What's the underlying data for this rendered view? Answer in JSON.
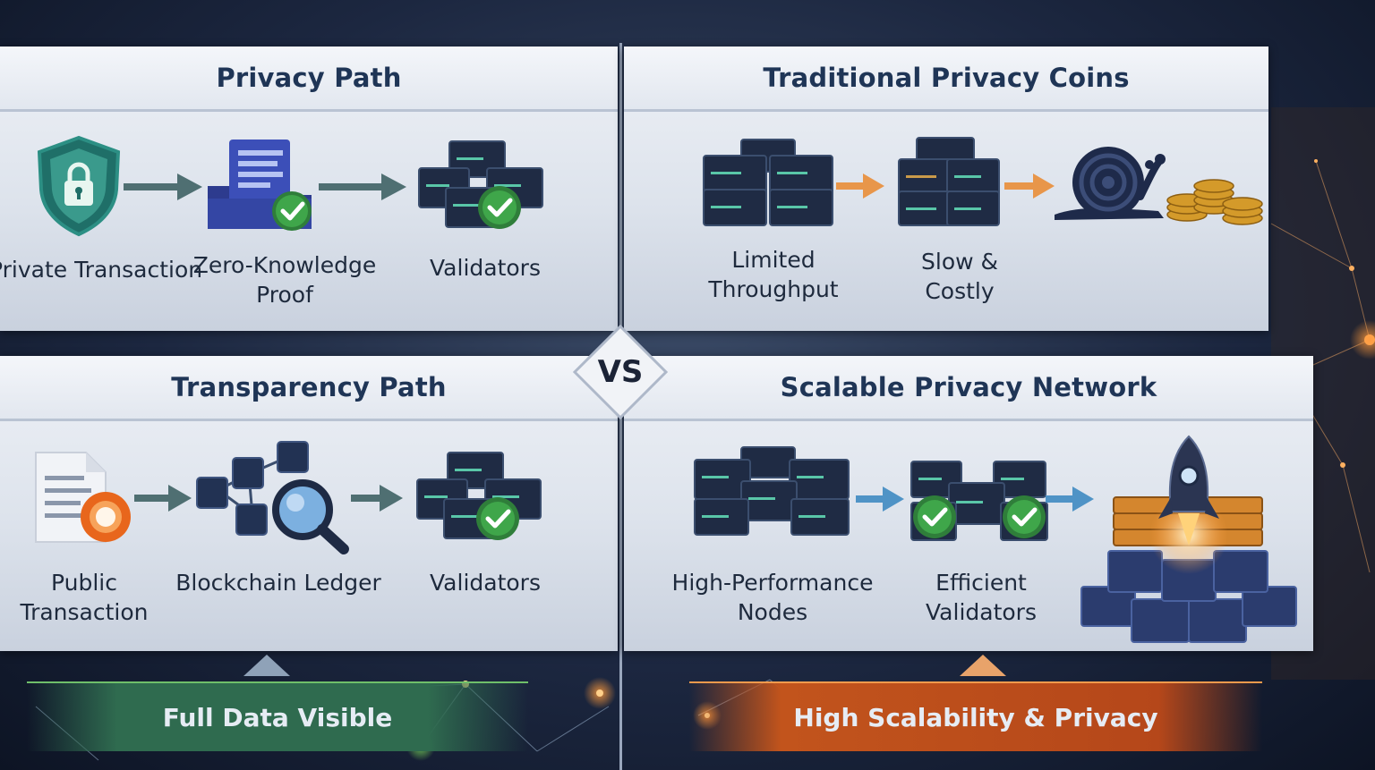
{
  "badge": {
    "text": "VS"
  },
  "panels": {
    "privacy_path": {
      "title": "Privacy Path",
      "steps": [
        {
          "label_lines": [
            "Private Transaction"
          ],
          "icon": "shield-lock-icon"
        },
        {
          "label_lines": [
            "Zero-Knowledge",
            "Proof"
          ],
          "icon": "proof-document-check-icon"
        },
        {
          "label_lines": [
            "Validators"
          ],
          "icon": "validator-servers-check-icon"
        }
      ]
    },
    "traditional": {
      "title": "Traditional Privacy Coins",
      "steps": [
        {
          "label_lines": [
            "Limited",
            "Throughput"
          ],
          "icon": "server-cluster-icon"
        },
        {
          "label_lines": [
            "Slow &",
            "Costly"
          ],
          "icon": "server-stack-icon"
        },
        {
          "label_lines": [],
          "icon": "snail-coins-icon"
        }
      ]
    },
    "transparency_path": {
      "title": "Transparency Path",
      "steps": [
        {
          "label_lines": [
            "Public",
            "Transaction"
          ],
          "icon": "document-coin-icon"
        },
        {
          "label_lines": [
            "Blockchain Ledger"
          ],
          "icon": "ledger-magnifier-icon"
        },
        {
          "label_lines": [
            "Validators"
          ],
          "icon": "validator-servers-check-icon"
        }
      ]
    },
    "scalable": {
      "title": "Scalable Privacy Network",
      "steps": [
        {
          "label_lines": [
            "High-Performance",
            "Nodes"
          ],
          "icon": "server-cluster-icon"
        },
        {
          "label_lines": [
            "Efficient",
            "Validators"
          ],
          "icon": "validator-servers-double-check-icon"
        },
        {
          "label_lines": [],
          "icon": "rocket-blocks-icon"
        }
      ]
    }
  },
  "banners": {
    "left": {
      "text": "Full Data Visible",
      "color": "#2f6b4f"
    },
    "right": {
      "text": "High Scalability & Privacy",
      "color": "#c2541c"
    }
  },
  "colors": {
    "title": "#1f3556",
    "arrow_left": "#4f6f72",
    "arrow_right_top": "#e8964a",
    "arrow_right_bottom": "#4f93c6",
    "check": "#3fa64a"
  }
}
